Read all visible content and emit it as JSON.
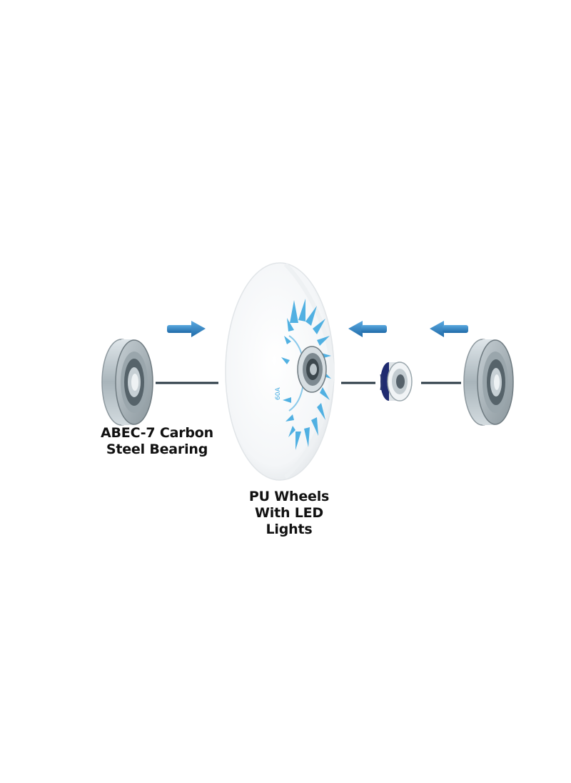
{
  "labels": {
    "bearing": {
      "line1": "ABEC-7 Carbon",
      "line2": "Steel Bearing"
    },
    "wheel": {
      "line1": "PU Wheels",
      "line2": "With LED",
      "line3": "Lights"
    }
  },
  "colors": {
    "arrow": "#2d7fc0",
    "axle_line": "#2a3a44",
    "wheel_body": "#f7f8fa",
    "wheel_pattern": "#3fa9e0",
    "bearing_metal": "#b9c3c8",
    "label_text": "#111111"
  },
  "parts": [
    {
      "name": "left-bearing",
      "icon": "bearing-icon"
    },
    {
      "name": "pu-wheel",
      "icon": "wheel-icon"
    },
    {
      "name": "spacer",
      "icon": "spacer-icon"
    },
    {
      "name": "right-bearing",
      "icon": "bearing-icon"
    }
  ]
}
